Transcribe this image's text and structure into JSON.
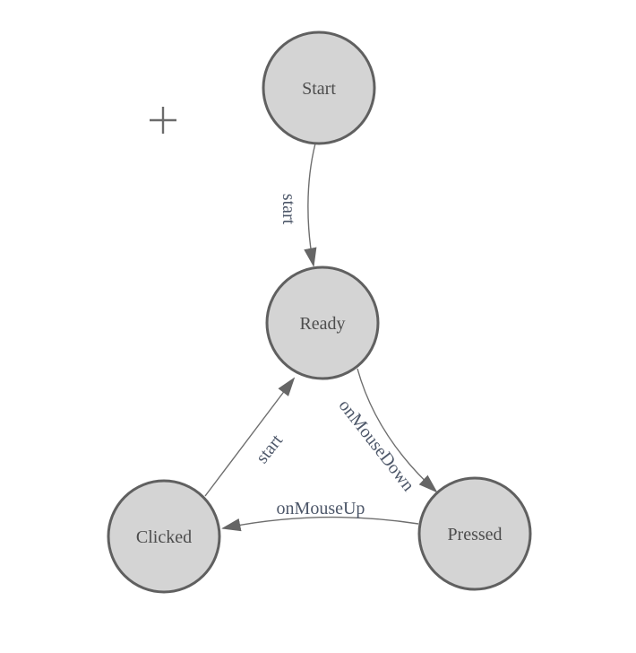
{
  "diagram": {
    "type": "state-machine",
    "nodes": [
      {
        "id": "start",
        "label": "Start"
      },
      {
        "id": "ready",
        "label": "Ready"
      },
      {
        "id": "clicked",
        "label": "Clicked"
      },
      {
        "id": "pressed",
        "label": "Pressed"
      }
    ],
    "edges": [
      {
        "from": "Start",
        "to": "Ready",
        "label": "start"
      },
      {
        "from": "Ready",
        "to": "Pressed",
        "label": "onMouseDown"
      },
      {
        "from": "Pressed",
        "to": "Clicked",
        "label": "onMouseUp"
      },
      {
        "from": "Clicked",
        "to": "Ready",
        "label": "start"
      }
    ],
    "icons": {
      "crosshair": "plus-crosshair"
    },
    "colors": {
      "background": "#ffffff",
      "node_fill": "#d4d4d4",
      "node_stroke": "#606060",
      "node_label": "#4d4d4d",
      "edge_stroke": "#6e6e6e",
      "arrow_fill": "#666666",
      "edge_label": "#4d5769",
      "crosshair": "#6b6b6b"
    }
  }
}
